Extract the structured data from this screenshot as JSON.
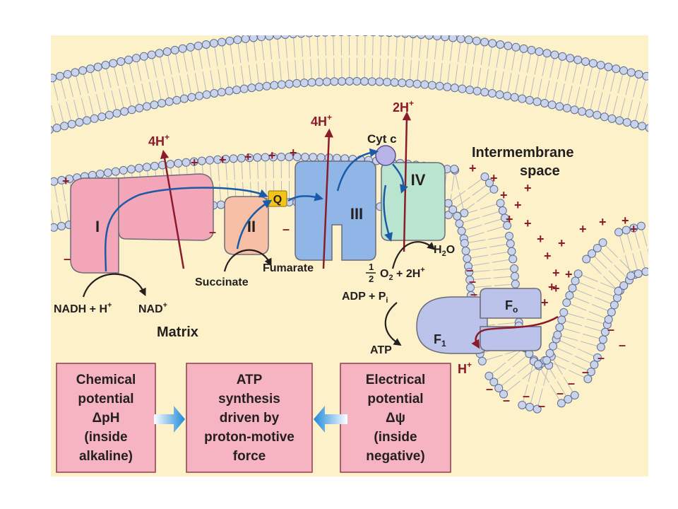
{
  "colors": {
    "background": "#fdf1c9",
    "membrane_head": "#c9d3ea",
    "membrane_head_stroke": "#5d6c95",
    "membrane_tail": "#b7b9c0",
    "complex_I": "#f2a6b8",
    "complex_II": "#f7c0a6",
    "complex_III": "#8fb6e6",
    "complex_IV": "#b9e4d0",
    "atp_synthase": "#bcc3ea",
    "cytc": "#b7b3e6",
    "quinone": "#f3c21b",
    "proton_arrow": "#8b1a2b",
    "electron_arrow": "#1a5aa6",
    "box_fill": "#f6b3c2",
    "box_stroke": "#8f3c4c"
  },
  "labels": {
    "complex_I": "I",
    "complex_II": "II",
    "complex_III": "III",
    "complex_IV": "IV",
    "quinone": "Q",
    "cytc": "Cyt c",
    "fo": "F",
    "fo_sub": "o",
    "f1": "F",
    "f1_sub": "1",
    "intermembrane_1": "Intermembrane",
    "intermembrane_2": "space",
    "matrix": "Matrix",
    "proton_4h_a": "4H",
    "proton_4h_b": "4H",
    "proton_2h": "2H",
    "proton_sup": "+",
    "nadh": "NADH + H",
    "nadh_sup": "+",
    "nad": "NAD",
    "nad_sup": "+",
    "succinate": "Succinate",
    "fumarate": "Fumarate",
    "half": "1",
    "half_den": "2",
    "o2": "O",
    "o2_sub": "2",
    "plus_2h": " + 2H",
    "plus_2h_sup": "+",
    "h2o": "H",
    "h2o_sub": "2",
    "h2o_o": "O",
    "adp": "ADP + P",
    "adp_sub": "i",
    "atp": "ATP",
    "h_out": "H",
    "h_out_sup": "+",
    "plus_sign": "+",
    "minus_sign": "–"
  },
  "boxes": {
    "chemical": [
      "Chemical",
      "potential",
      "ΔpH",
      "(inside",
      "alkaline)"
    ],
    "atp": [
      "ATP",
      "synthesis",
      "driven by",
      "proton-motive",
      "force"
    ],
    "electrical": [
      "Electrical",
      "potential",
      "Δψ",
      "(inside",
      "negative)"
    ]
  }
}
